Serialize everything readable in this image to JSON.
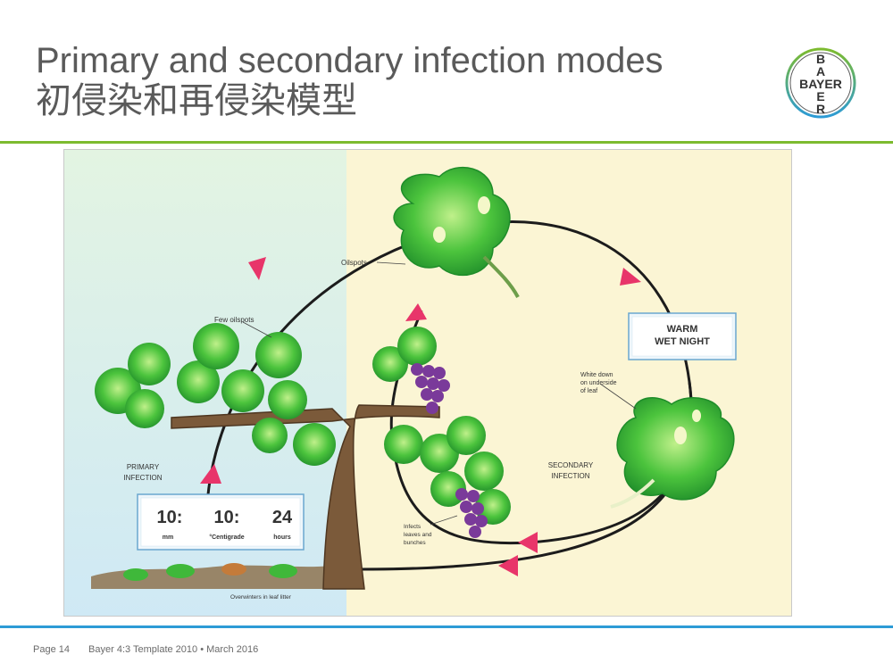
{
  "slide": {
    "title_en": "Primary and secondary infection modes",
    "title_zh": "初侵染和再侵染模型",
    "logo_text": "BAYER",
    "page_label": "Page 14",
    "template_label": "Bayer 4:3 Template 2010 • March 2016"
  },
  "diagram": {
    "labels": {
      "oilspots": "Oilspots",
      "few_oilspots": "Few oilspots",
      "warm_line1": "WARM",
      "warm_line2": "WET NIGHT",
      "white_down_1": "White down",
      "white_down_2": "on underside",
      "white_down_3": "of leaf",
      "primary_1": "PRIMARY",
      "primary_2": "INFECTION",
      "secondary_1": "SECONDARY",
      "secondary_2": "INFECTION",
      "infects_1": "Infects",
      "infects_2": "leaves and",
      "infects_3": "bunches",
      "overwinters": "Overwinters in leaf litter"
    },
    "rule_box": {
      "value1": "10:",
      "value2": "10:",
      "value3": "24",
      "unit1": "mm",
      "unit2": "°Centigrade",
      "unit3": "hours"
    },
    "colors": {
      "left_bg": "#dff1f8",
      "right_bg": "#fbf5d4",
      "leaf": "#3fb83a",
      "arrow": "#e8356a",
      "trunk": "#7b5a3a",
      "grapes": "#7a3a9a"
    }
  }
}
